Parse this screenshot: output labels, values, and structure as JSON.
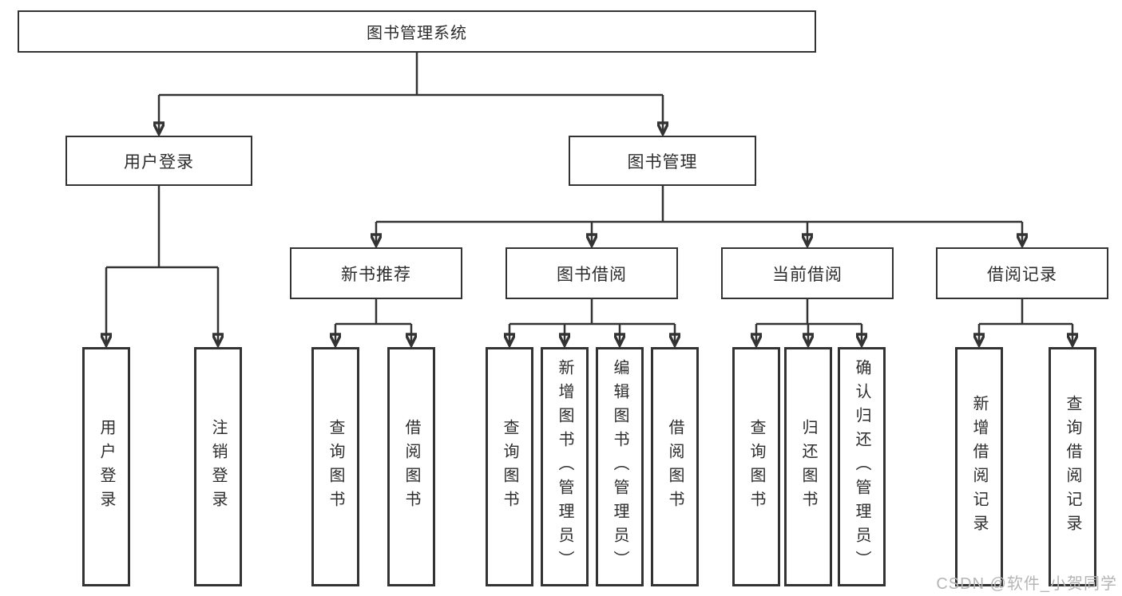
{
  "tree": {
    "root": {
      "label": "图书管理系统"
    },
    "branches": [
      {
        "label": "用户登录",
        "children": [
          {
            "label": "用户登录"
          },
          {
            "label": "注销登录"
          }
        ]
      },
      {
        "label": "图书管理",
        "sections": [
          {
            "label": "新书推荐",
            "children": [
              {
                "label": "查询图书"
              },
              {
                "label": "借阅图书"
              }
            ]
          },
          {
            "label": "图书借阅",
            "children": [
              {
                "label": "查询图书"
              },
              {
                "label": "新增图书（管理员）"
              },
              {
                "label": "编辑图书（管理员）"
              },
              {
                "label": "借阅图书"
              }
            ]
          },
          {
            "label": "当前借阅",
            "children": [
              {
                "label": "查询图书"
              },
              {
                "label": "归还图书"
              },
              {
                "label": "确认归还（管理员）"
              }
            ]
          },
          {
            "label": "借阅记录",
            "children": [
              {
                "label": "新增借阅记录"
              },
              {
                "label": "查询借阅记录"
              }
            ]
          }
        ]
      }
    ]
  },
  "watermark": {
    "text": "CSDN @软件_小贺同学"
  },
  "colors": {
    "line": "#333333",
    "box_border": "#333333",
    "text": "#2d2d2d",
    "watermark": "#b5b5b5",
    "background": "#ffffff"
  }
}
